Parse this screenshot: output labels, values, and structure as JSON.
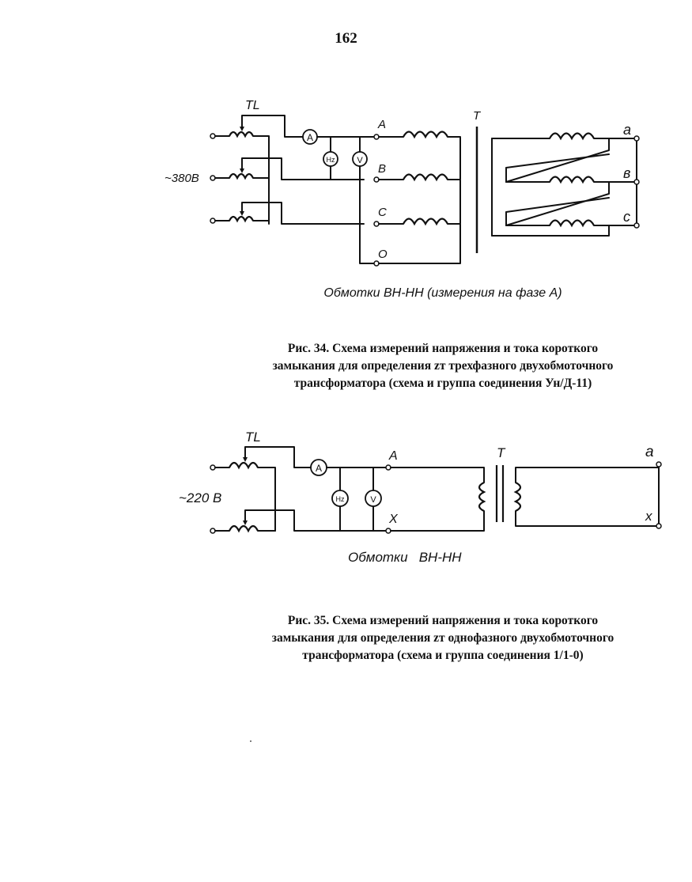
{
  "page_number": "162",
  "figure34": {
    "labels": {
      "tl": "TL",
      "t": "T",
      "voltage": "~380В",
      "a": "A",
      "b": "B",
      "c": "C",
      "o": "O",
      "lower_a": "a",
      "lower_b": "в",
      "lower_c": "с",
      "ammeter": "A",
      "freq": "Hz",
      "voltmeter": "V"
    },
    "subtitle": "Обмотки ВН-НН (измерения на фазе А)",
    "caption_lines": [
      "Рис. 34. Схема измерений напряжения и тока короткого",
      "замыкания для определения zт трехфазного двухобмоточного",
      "трансформатора (схема и группа соединения Ун/Д-11)"
    ]
  },
  "figure35": {
    "labels": {
      "tl": "TL",
      "t": "T",
      "voltage": "~220 В",
      "a": "A",
      "x": "X",
      "lower_a": "a",
      "lower_x": "x",
      "ammeter": "A",
      "freq": "Hz",
      "voltmeter": "V"
    },
    "subtitle": "Обмотки   ВН-НН",
    "caption_lines": [
      "Рис. 35. Схема измерений напряжения и тока короткого",
      "замыкания для определения zт однофазного двухобмоточного",
      "трансформатора (схема и группа соединения 1/1-0)"
    ]
  }
}
